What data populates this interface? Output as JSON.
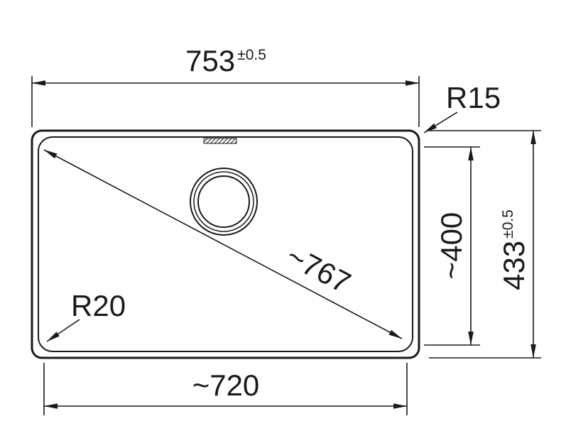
{
  "drawing": {
    "background_color": "#ffffff",
    "line_color": "#1a1a1a",
    "dimensions": {
      "overall_width": {
        "value": "753",
        "tolerance": "±0.5"
      },
      "overall_height": {
        "value": "433",
        "tolerance": "±0.5"
      },
      "inner_width": {
        "value": "~720"
      },
      "inner_height": {
        "value": "~400"
      },
      "diagonal": {
        "value": "~767"
      },
      "outer_corner_radius": {
        "value": "R15"
      },
      "inner_corner_radius": {
        "value": "R20"
      }
    }
  }
}
